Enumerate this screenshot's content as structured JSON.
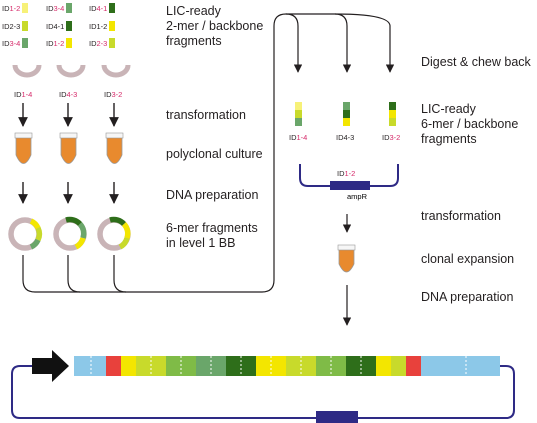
{
  "colors": {
    "yellow": "#f3e600",
    "yellow_green": "#c8da2b",
    "mid_green": "#7fbb47",
    "sage_green": "#6aa66a",
    "dark_green": "#2e6e1a",
    "light_yellow": "#f7f178",
    "blue_bb": "#8cc8e8",
    "red_bb": "#e8413c",
    "navy_line": "#2e2a85",
    "plasmid_grey": "#c9b4b7",
    "tube_orange": "#e88a2e",
    "highlight_pink": "#d62b6a"
  },
  "left_column": {
    "fragment_sets": [
      [
        {
          "left": "ID",
          "right": "1-2"
        },
        {
          "left": "ID",
          "right": "2-3"
        },
        {
          "left": "ID",
          "right": "3-4"
        }
      ],
      [
        {
          "left": "ID",
          "right": "3-4"
        },
        {
          "left": "ID",
          "right": "4-1"
        },
        {
          "left": "ID",
          "right": "1-2"
        }
      ],
      [
        {
          "left": "ID",
          "right": "4-1"
        },
        {
          "left": "ID",
          "right": "1-2"
        },
        {
          "left": "ID",
          "right": "2-3"
        }
      ]
    ],
    "plasmid_labels": [
      {
        "left": "ID",
        "right": "1-4"
      },
      {
        "left": "ID",
        "right": "4-3"
      },
      {
        "left": "ID",
        "right": "3-2"
      }
    ]
  },
  "steps_left": {
    "lic_ready": "LIC-ready",
    "mer2_backbone": "2-mer / backbone",
    "fragments": "fragments",
    "transformation": "transformation",
    "polyclonal_culture": "polyclonal culture",
    "dna_preparation": "DNA preparation",
    "mer6_fragments": "6-mer fragments",
    "in_level1_bb": "in level 1 BB"
  },
  "steps_right": {
    "digest": "Digest & chew back",
    "lic_ready": "LIC-ready",
    "mer6_backbone": "6-mer / backbone",
    "fragments": "fragments",
    "transformation": "transformation",
    "clonal_expansion": "clonal expansion",
    "dna_preparation": "DNA preparation"
  },
  "right_column": {
    "fragment_labels": [
      {
        "left": "ID",
        "right": "1-4"
      },
      {
        "left": "ID4-3",
        "right": ""
      },
      {
        "left": "ID",
        "right": "3-2"
      }
    ],
    "backbone_label": {
      "left": "ID",
      "right": "1-2"
    },
    "ampr_label": "ampR"
  }
}
